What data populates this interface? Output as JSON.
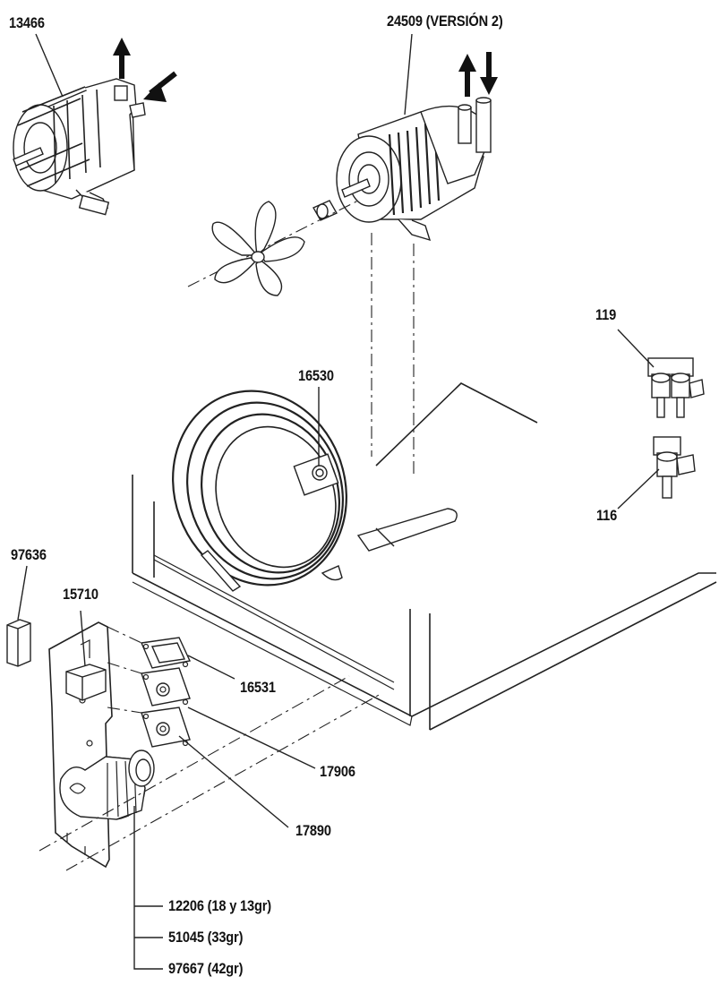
{
  "diagram": {
    "labels": {
      "p13466": "13466",
      "p24509": "24509 (VERSIÓN 2)",
      "p119": "119",
      "p116": "116",
      "p16530": "16530",
      "p97636": "97636",
      "p15710": "15710",
      "p16531": "16531",
      "p17906": "17906",
      "p17890": "17890",
      "p12206": "12206 (18 y 13gr)",
      "p51045": "51045 (33gr)",
      "p97667": "97667 (42gr)"
    },
    "colors": {
      "line": "#222222",
      "background": "#ffffff",
      "text": "#111111"
    },
    "icons": [
      "pump-motor",
      "fan-blade",
      "flow-arrow",
      "cooling-coil",
      "solenoid-valve",
      "switch",
      "thermostat",
      "timer-knob"
    ]
  }
}
